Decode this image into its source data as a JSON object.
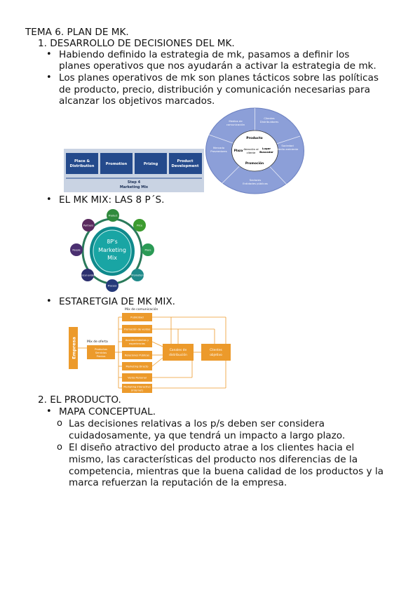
{
  "heading": "TEMA 6.  PLAN DE MK.",
  "section1": {
    "title": "1. DESARROLLO DE DECISIONES DEL MK.",
    "bullet1": {
      "l1": "Habiendo definido la estrategia de mk, pasamos a definir los",
      "l2": "planes operativos que nos ayudarán a activar la estrategia de mk."
    },
    "bullet2": {
      "l1": "Los planes operativos de mk son planes tácticos sobre las políticas",
      "l2": "de producto, precio, distribución y comunicación necesarias para",
      "l3": "alcanzar los objetivos marcados."
    },
    "steps_figure": {
      "boxes": [
        "Place & Distribution",
        "Promotion",
        "Prizing",
        "Product Development"
      ],
      "footer_l1": "Step 4",
      "footer_l2": "Marketing Mix"
    },
    "wheel_figure": {
      "center_top": "Producto",
      "center_mid": "Atención al cliente",
      "center_left": "Plaza",
      "center_right": "Lugar / Buscador",
      "center_bottom": "Promoción",
      "outer": [
        "Medios de comunicación",
        "Clientes / Distribuidores",
        "Sociedad / Medio ambiente",
        "Sectores / Entidades públicas",
        "Mercado / Proveedores"
      ]
    },
    "bullet3": "EL MK MIX: LAS 8 P´S.",
    "mix_figure": {
      "center_title": "8P's",
      "center_l1": "Marketing",
      "center_l2": "Mix",
      "nodes": [
        "Product",
        "Price",
        "Place",
        "Promotion",
        "Process",
        "Physical evidence",
        "People",
        "Partners"
      ]
    },
    "bullet4": "ESTARETGIA DE MK MIX.",
    "flow_figure": {
      "top_label": "Mix de comunicación",
      "left_label": "Empresa",
      "offer_label": "Mix de oferta",
      "offer_box": "Productos Servicios Precios",
      "comm_boxes": [
        "Publicidad",
        "Promoción de ventas",
        "Acontecimientos y experiencias",
        "Relaciones Públicas",
        "Marketing Directo",
        "Venta Personal",
        "Marketing Interactivo (Internet)"
      ],
      "channels_box": "Canales de distribución",
      "target_box": "Clientes objetivo"
    }
  },
  "section2": {
    "title": "2. EL PRODUCTO.",
    "bullet1": "MAPA CONCEPTUAL.",
    "sub1": {
      "l1": "Las decisiones relativas a los p/s deben ser considera",
      "l2": "cuidadosamente, ya que tendrá un impacto a largo plazo."
    },
    "sub2": {
      "l1": "El diseño atractivo del producto atrae a los clientes hacia el",
      "l2": "mismo, las características del producto nos diferencias de la",
      "l3": "competencia, mientras que la buena calidad de los productos y la",
      "l4": "marca refuerzan la reputación de la empresa."
    }
  }
}
